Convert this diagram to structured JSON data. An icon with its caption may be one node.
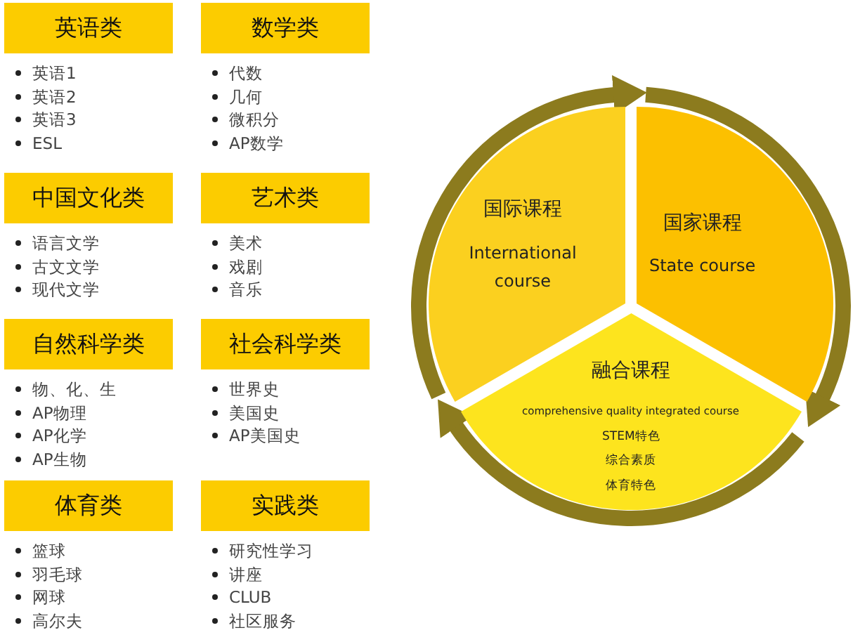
{
  "diagram": {
    "nodes": [
      {
        "text": [
          "英语类",
          "英语1",
          "英语2",
          "英语3",
          "ESL"
        ]
      },
      {
        "text": [
          "数学类",
          "代数",
          "几何",
          "微积分",
          "AP数学"
        ]
      },
      {
        "text": [
          "中国文化类",
          "语言文学",
          "古文文学",
          "现代文学"
        ]
      },
      {
        "text": [
          "艺术类",
          "美术",
          "戏剧",
          "音乐"
        ]
      },
      {
        "text": [
          "自然科学类",
          "物、化、生",
          "AP物理",
          "AP化学",
          "AP生物"
        ]
      },
      {
        "text": [
          "社会科学类",
          "世界史",
          "美国史",
          "AP美国史"
        ]
      },
      {
        "text": [
          "体育类",
          "篮球",
          "羽毛球",
          "网球",
          "高尔夫"
        ]
      },
      {
        "text": [
          "实践类",
          "研究性学习",
          "讲座",
          "CLUB",
          "社区服务"
        ]
      },
      {
        "text": [
          "国际课程",
          "International course"
        ]
      },
      {
        "text": [
          "国家课程",
          "State course"
        ]
      },
      {
        "text": [
          "融合课程",
          "comprehensive quality integrated course",
          "STEM特色",
          "综合素质",
          "体育特色"
        ]
      }
    ],
    "edges": [
      {
        "from": 8,
        "to": 9,
        "arrow": "to"
      },
      {
        "from": 9,
        "to": 10,
        "arrow": "to"
      },
      {
        "from": 10,
        "to": 8,
        "arrow": "to"
      }
    ]
  }
}
